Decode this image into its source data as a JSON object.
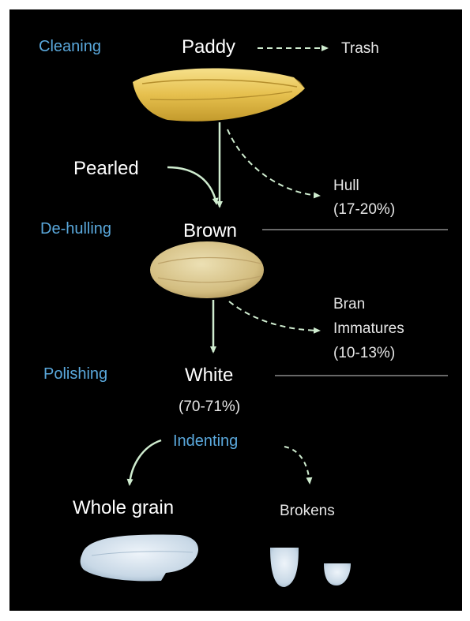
{
  "stages": {
    "cleaning": "Cleaning",
    "dehulling": "De-hulling",
    "polishing": "Polishing",
    "indenting": "Indenting"
  },
  "products": {
    "paddy": "Paddy",
    "pearled": "Pearled",
    "brown": "Brown",
    "white": "White",
    "white_yield": "(70-71%)",
    "whole_grain": "Whole grain"
  },
  "byproducts": {
    "trash": "Trash",
    "hull": "Hull",
    "hull_yield": "(17-20%)",
    "bran": "Bran",
    "immatures": "Immatures",
    "bran_yield": "(10-13%)",
    "brokens": "Brokens"
  },
  "colors": {
    "background": "#000000",
    "stage_text": "#5aa8dc",
    "arrow": "#cfeccf",
    "divider": "#8a8a8a",
    "paddy_grain": "#e8c75a",
    "brown_grain": "#d9c489",
    "white_grain": "#c9d9e6"
  }
}
